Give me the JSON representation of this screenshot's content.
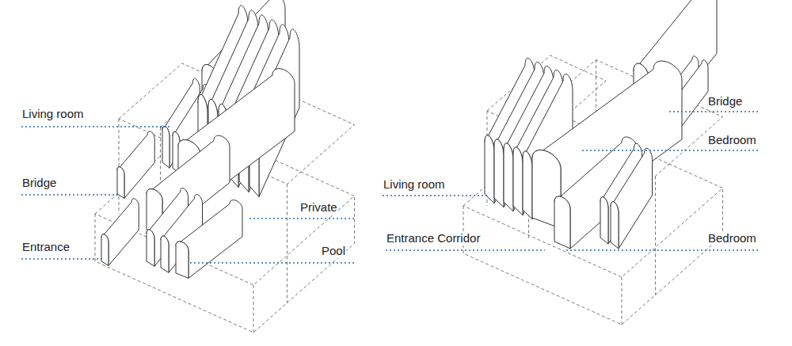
{
  "diagram": {
    "labels": [
      "Living room",
      "Bridge",
      "Entrance",
      "Private",
      "Pool",
      "Bridge",
      "Bedroom",
      "Living room",
      "Entrance Corridor",
      "Bedroom"
    ]
  }
}
